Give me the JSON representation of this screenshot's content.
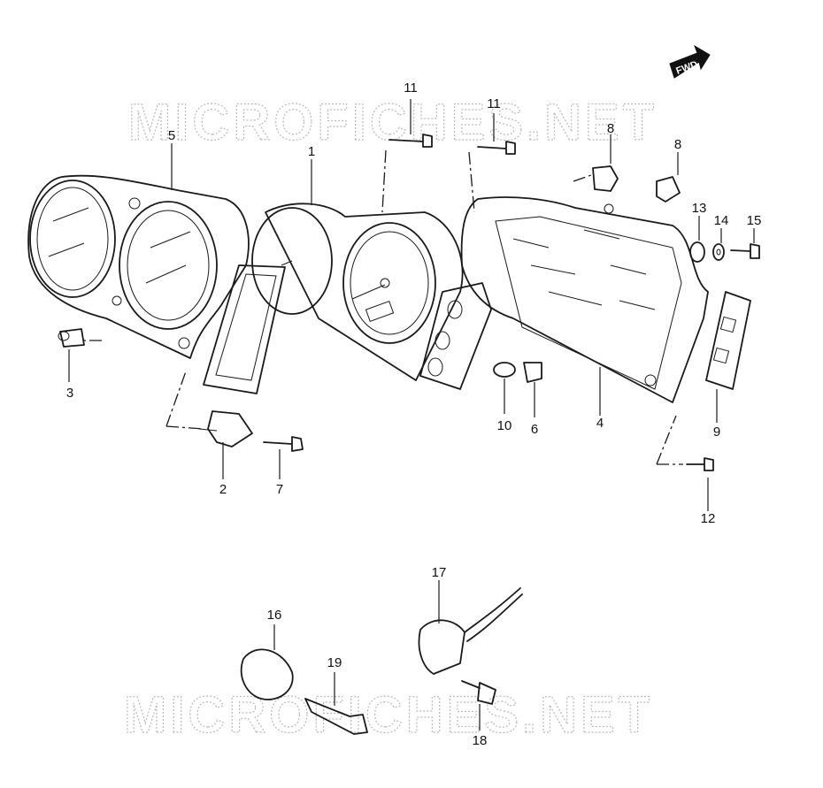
{
  "watermark": {
    "text": "MICROFICHES.NET"
  },
  "direction_badge": {
    "label": "FWD"
  },
  "callouts": [
    {
      "id": "c1",
      "label": "1"
    },
    {
      "id": "c2",
      "label": "2"
    },
    {
      "id": "c3",
      "label": "3"
    },
    {
      "id": "c4",
      "label": "4"
    },
    {
      "id": "c5",
      "label": "5"
    },
    {
      "id": "c6",
      "label": "6"
    },
    {
      "id": "c7",
      "label": "7"
    },
    {
      "id": "c8a",
      "label": "8"
    },
    {
      "id": "c8b",
      "label": "8"
    },
    {
      "id": "c9",
      "label": "9"
    },
    {
      "id": "c10",
      "label": "10"
    },
    {
      "id": "c11a",
      "label": "11"
    },
    {
      "id": "c11b",
      "label": "11"
    },
    {
      "id": "c12",
      "label": "12"
    },
    {
      "id": "c13",
      "label": "13"
    },
    {
      "id": "c14",
      "label": "14"
    },
    {
      "id": "c15",
      "label": "15"
    },
    {
      "id": "c16",
      "label": "16"
    },
    {
      "id": "c17",
      "label": "17"
    },
    {
      "id": "c18",
      "label": "18"
    },
    {
      "id": "c19",
      "label": "19"
    }
  ]
}
